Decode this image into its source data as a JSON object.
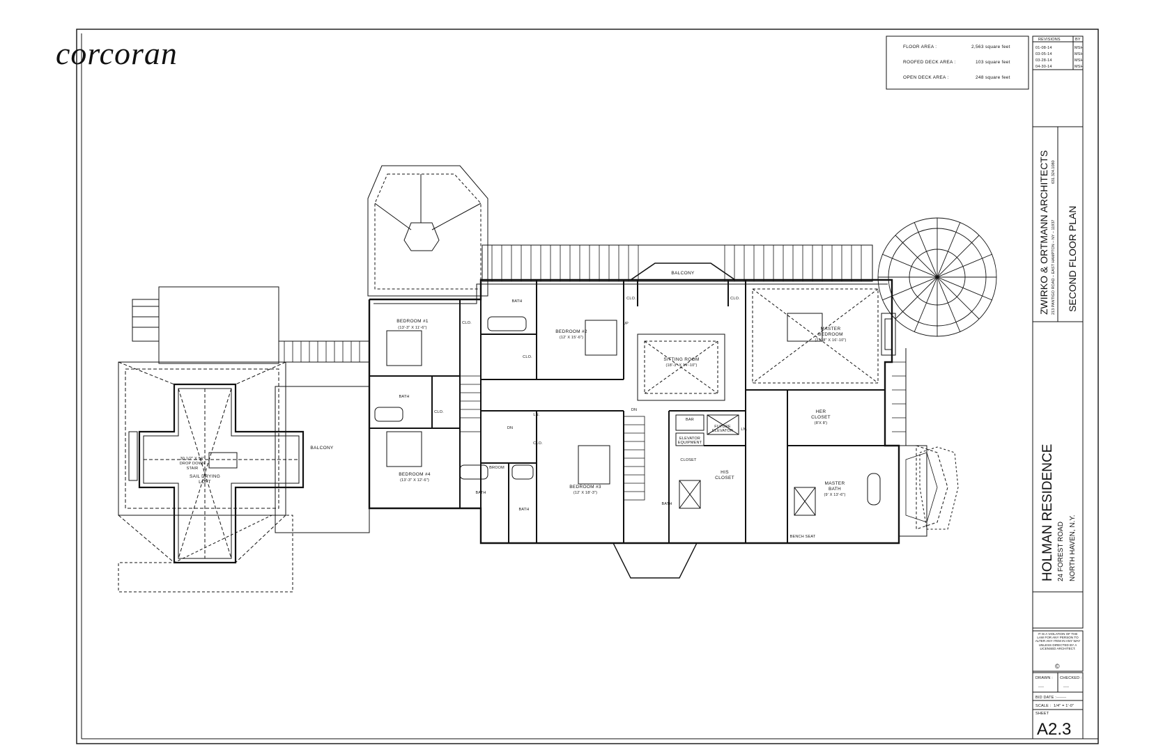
{
  "logo": "corcoran",
  "areas": {
    "floor_area_label": "FLOOR AREA :",
    "floor_area_value": "2,563 square feet",
    "roofed_deck_label": "ROOFED DECK AREA :",
    "roofed_deck_value": "103 square feet",
    "open_deck_label": "OPEN DECK AREA :",
    "open_deck_value": "248 square feet"
  },
  "revisions": {
    "header": "REVISIONS",
    "by_header": "BY",
    "rows": [
      {
        "date": "01-08-14",
        "by": "MSH"
      },
      {
        "date": "03-05-14",
        "by": "MSH"
      },
      {
        "date": "03-28-14",
        "by": "MSH"
      },
      {
        "date": "04-30-14",
        "by": "MSH"
      }
    ]
  },
  "architect": {
    "name": "ZWIRKO & ORTMANN ARCHITECTS",
    "address": "213 PANTIGO ROAD – EAST HAMPTON – NY – 11937",
    "phone": "631.324.1080"
  },
  "sheet_title": "SECOND FLOOR PLAN",
  "project": {
    "name": "HOLMAN RESIDENCE",
    "street": "24 FOREST ROAD",
    "town": "NORTH HAVEN, N.Y."
  },
  "legal": "IT IS A VIOLATION OF THE LAW FOR ANY PERSON TO ALTER ANY ITEM IN ANY WAY UNLESS DIRECTED BY A LICENSED ARCHITECT.",
  "copyright": "©",
  "titleblock": {
    "drawn_label": "DRAWN :",
    "drawn_value": "----",
    "checked_label": "CHECKED :",
    "checked_value": "----",
    "bid_date_label": "BID DATE :",
    "bid_date_value": "-------",
    "scale_label": "SCALE :",
    "scale_value": "1/4\" = 1'-0\"",
    "sheet_label": "SHEET",
    "sheet_number": "A2.3"
  },
  "rooms": {
    "bedroom1": "BEDROOM #1",
    "bedroom1_dim": "(13'-3\" X 11'-6\")",
    "bedroom2": "BEDROOM #2",
    "bedroom2_dim": "(12' X 15'-6\")",
    "bedroom3": "BEDROOM #3",
    "bedroom3_dim": "(12' X 18'-3\")",
    "bedroom4": "BEDROOM #4",
    "bedroom4_dim": "(13'-3\" X 12'-6\")",
    "sitting": "SITTING ROOM",
    "sitting_dim": "(18'-3\" X 14'-10\")",
    "master_bed_1": "MASTER",
    "master_bed_2": "BEDROOM",
    "master_bed_dim": "(21'-8\" X 16'-10\")",
    "her_closet_1": "HER",
    "her_closet_2": "CLOSET",
    "her_closet_dim": "(8'X 8')",
    "his_closet_1": "HIS",
    "his_closet_2": "CLOSET",
    "master_bath_1": "MASTER",
    "master_bath_2": "BATH",
    "master_bath_dim": "(9' X 13'-6\")",
    "balcony_top": "BALCONY",
    "balcony_left": "BALCONY",
    "sail_1": "SAIL DRYING",
    "sail_2": "LOFT",
    "stair_1": "30 1/2\" X 54\"",
    "stair_2": "DROP DOWN",
    "stair_3": "STAIR",
    "bath": "BATH",
    "clo": "CLO.",
    "closet": "CLOSET",
    "broom": "BROOM",
    "ln": "LN.",
    "elev_equip_1": "ELEVATOR",
    "elev_equip_2": "EQUIPMENT",
    "future_elev_1": "FUTURE",
    "future_elev_2": "ELEVATOR",
    "bar": "BAR",
    "bench": "BENCH SEAT",
    "up": "UP",
    "dn": "DN"
  }
}
